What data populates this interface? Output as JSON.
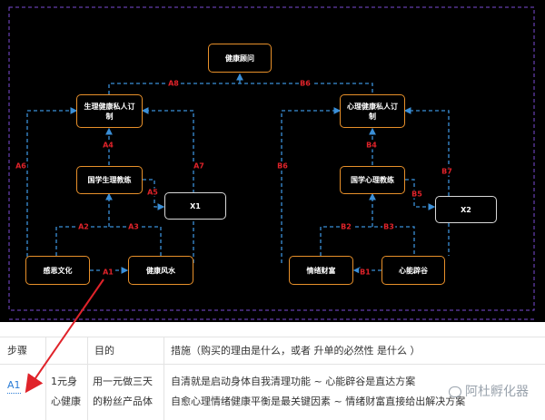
{
  "diagram": {
    "nodes": {
      "top": "健康顾问",
      "left_plan": "生理健康私人订\n制",
      "right_plan": "心理健康私人订\n制",
      "left_coach": "国学生理教练",
      "right_coach": "国学心理教练",
      "x1": "X1",
      "x2": "X2",
      "left_culture": "感恩文化",
      "left_fengshui": "健康风水",
      "right_wealth": "情绪财富",
      "right_valley": "心能辟谷"
    },
    "edges": {
      "a8": "A8",
      "b6": "B6",
      "a6": "A6",
      "a7": "A7",
      "a4": "A4",
      "a5": "A5",
      "a2": "A2",
      "a3": "A3",
      "a1": "A1",
      "b6v": "B6",
      "b7": "B7",
      "b4": "B4",
      "b5": "B5",
      "b2": "B2",
      "b3": "B3",
      "b1": "B1"
    },
    "colors": {
      "node_border": "#e8902a",
      "edge": "#3a8fd8",
      "label": "#e0232a",
      "frame": "#7b4bd6",
      "arrow": "#e0232a"
    }
  },
  "table": {
    "headers": [
      "步骤",
      "目的",
      "措施（购买的理由是什么，或者 升单的必然性 是什么 ）"
    ],
    "rows": [
      {
        "step": "A1",
        "col2_line1": "1元身",
        "col2_line2": "心健康",
        "col3_line1": "用一元做三天",
        "col3_line2": "的粉丝产品体",
        "col4_line1": "自清就是启动身体自我清理功能 ~ 心能辟谷是直达方案",
        "col4_line2": "自愈心理情绪健康平衡是最关键因素 ~ 情绪财富直接给出解决方案"
      }
    ]
  },
  "watermark": "阿杜孵化器"
}
